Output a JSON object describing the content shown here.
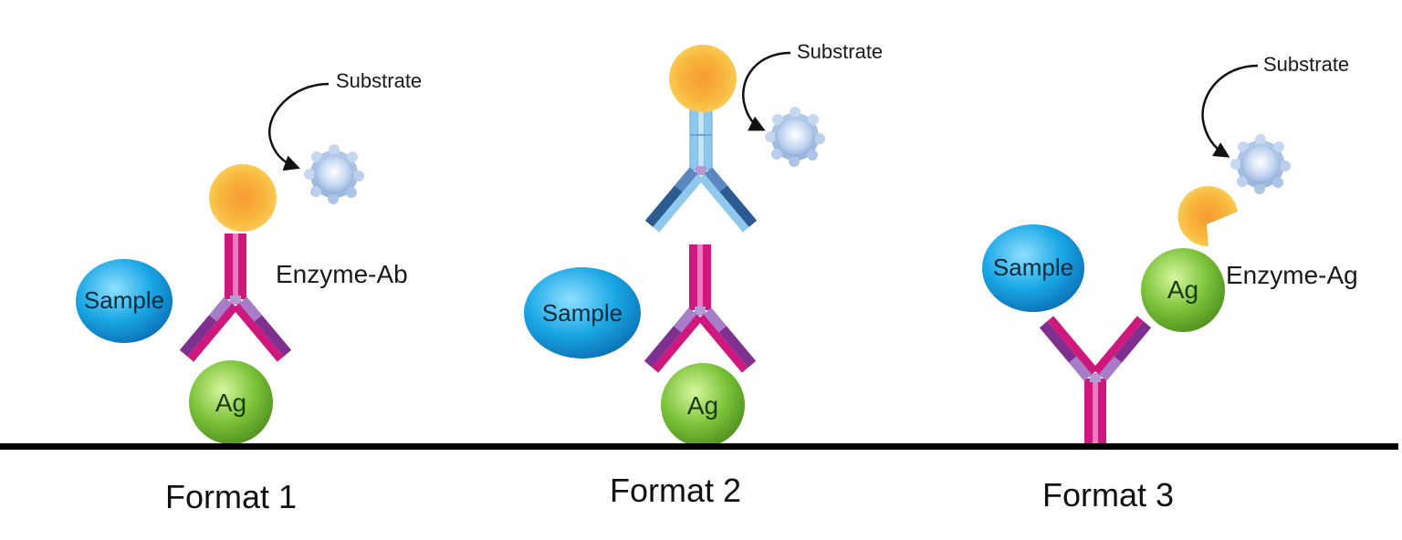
{
  "labels": {
    "substrate": "Substrate",
    "enzyme_ab": "Enzyme-Ab",
    "enzyme_ag": "Enzyme-Ag",
    "sample": "Sample",
    "antigen": "Ag"
  },
  "formats": [
    {
      "title": "Format 1"
    },
    {
      "title": "Format 2"
    },
    {
      "title": "Format 3"
    }
  ],
  "colors": {
    "surface_line": "#000000",
    "sample": "#1aa7e6",
    "antigen": "#7cc43a",
    "enzyme": "#f6b43a",
    "substrate": "#b9cdee",
    "antibody_heavy": "#d0177e",
    "antibody_light": "#7e2f90",
    "secondary_antibody_heavy": "#8ec8ec",
    "secondary_antibody_light": "#2c5a93"
  }
}
